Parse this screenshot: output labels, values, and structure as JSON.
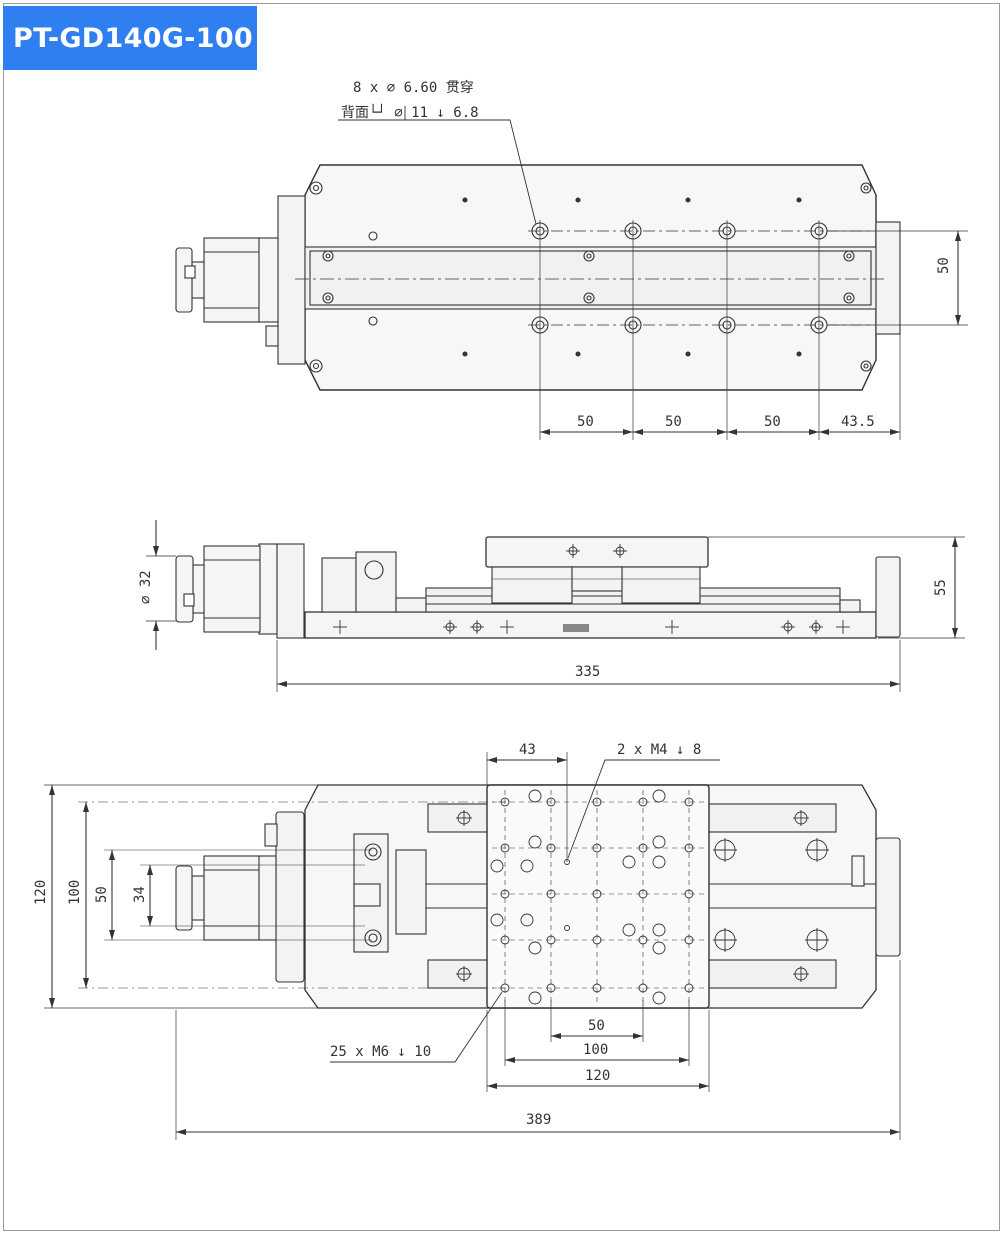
{
  "title": "PT-GD140G-100",
  "top_view": {
    "hole_note_1": "8 x ⌀ 6.60 贯穿",
    "hole_note_2": "背面└┘ ⌀ 11 ↓ 6.8",
    "dim_50_v": "50",
    "pitch_dims": [
      "50",
      "50",
      "50",
      "43.5"
    ]
  },
  "side_view": {
    "dia_32": "⌀ 32",
    "height_55": "55",
    "length_335": "335"
  },
  "bottom_view": {
    "dim_43": "43",
    "note_m4": "2 x M4 ↓ 8",
    "note_m6": "25 x M6 ↓ 10",
    "dim_50_h": "50",
    "dim_100_h": "100",
    "dim_120_h": "120",
    "dim_389": "389",
    "v_dims": [
      "120",
      "100",
      "50",
      "34"
    ]
  }
}
